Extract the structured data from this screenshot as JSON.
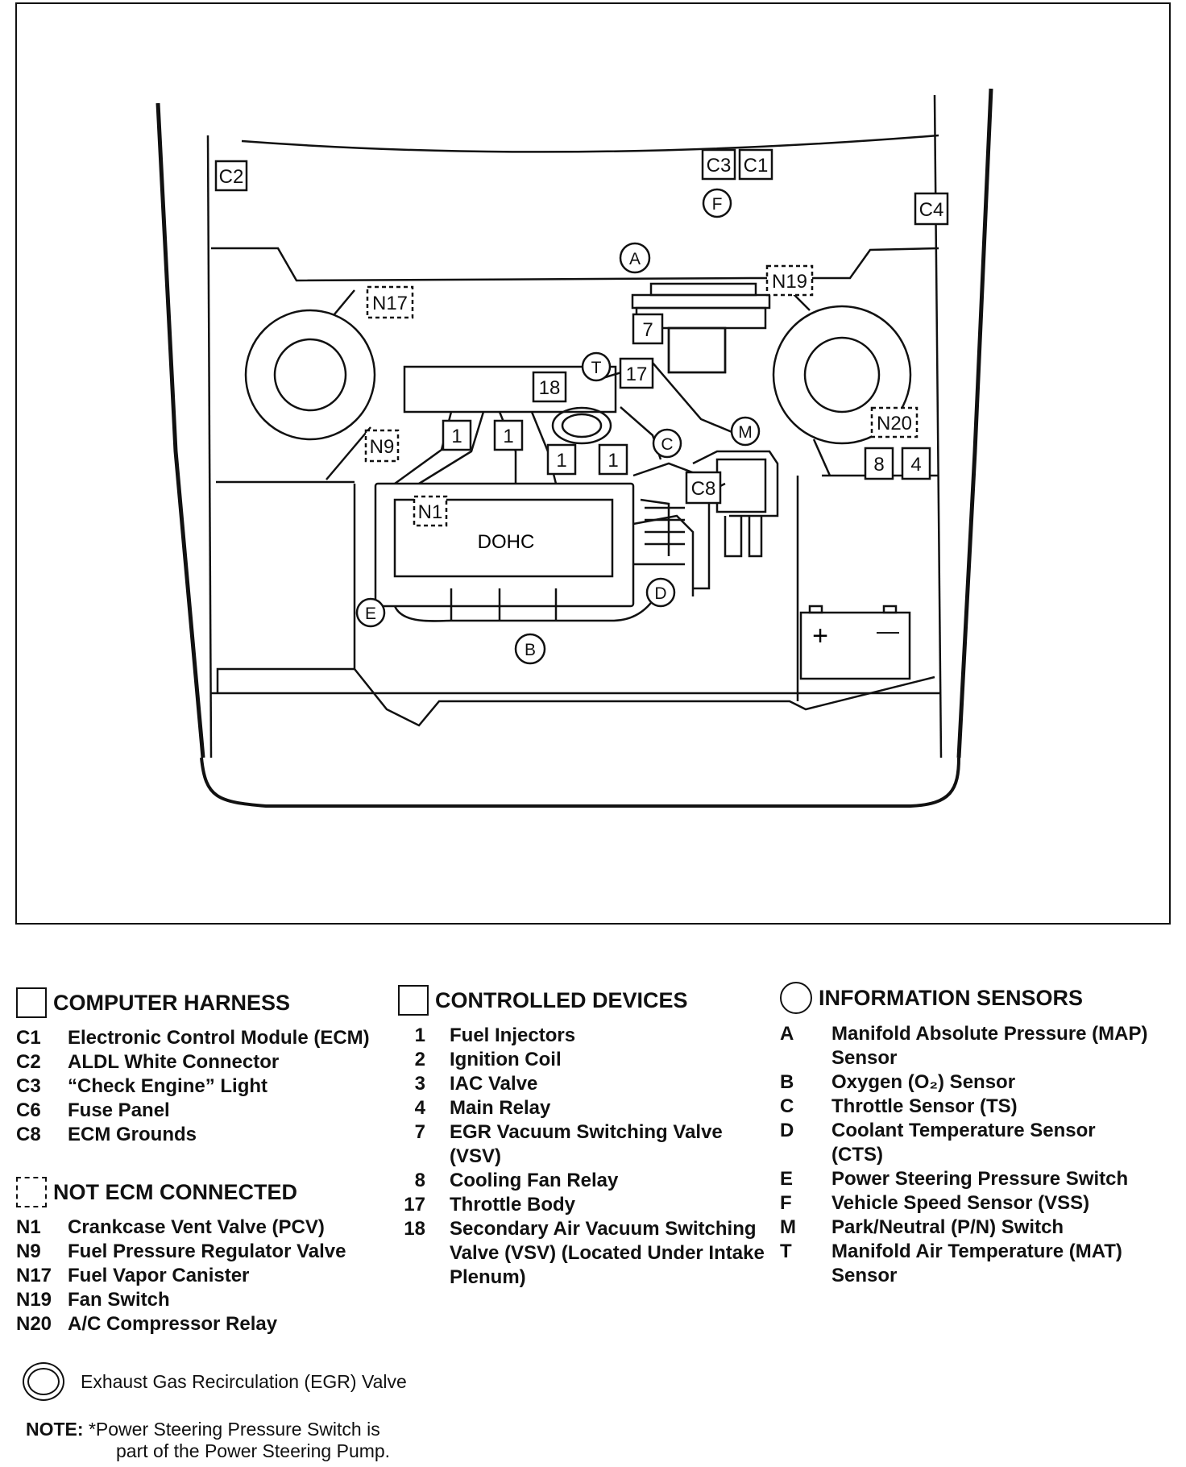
{
  "diagram": {
    "engine_label": "DOHC",
    "battery_plus": "+",
    "battery_minus": "—",
    "box_labels": {
      "c1": "C1",
      "c2": "C2",
      "c3": "C3",
      "c4": "C4",
      "c8": "C8",
      "d1": "1",
      "d7": "7",
      "d8": "8",
      "d4": "4",
      "d17": "17",
      "d18": "18",
      "n1": "N1",
      "n9": "N9",
      "n17": "N17",
      "n19": "N19",
      "n20": "N20"
    },
    "circle_labels": {
      "a": "A",
      "b": "B",
      "c": "C",
      "d": "D",
      "e": "E",
      "f": "F",
      "m": "M",
      "t": "T"
    }
  },
  "legend": {
    "harness": {
      "title": "COMPUTER HARNESS",
      "items": [
        {
          "code": "C1",
          "desc": "Electronic Control Module (ECM)"
        },
        {
          "code": "C2",
          "desc": "ALDL White Connector"
        },
        {
          "code": "C3",
          "desc": "“Check Engine” Light"
        },
        {
          "code": "C6",
          "desc": "Fuse Panel"
        },
        {
          "code": "C8",
          "desc": "ECM Grounds"
        }
      ]
    },
    "not_ecm": {
      "title": "NOT ECM CONNECTED",
      "items": [
        {
          "code": "N1",
          "desc": "Crankcase Vent Valve (PCV)"
        },
        {
          "code": "N9",
          "desc": "Fuel Pressure Regulator Valve"
        },
        {
          "code": "N17",
          "desc": "Fuel Vapor Canister"
        },
        {
          "code": "N19",
          "desc": "Fan Switch"
        },
        {
          "code": "N20",
          "desc": "A/C Compressor Relay"
        }
      ]
    },
    "devices": {
      "title": "CONTROLLED DEVICES",
      "items": [
        {
          "code": "1",
          "desc": "Fuel Injectors"
        },
        {
          "code": "2",
          "desc": "Ignition Coil"
        },
        {
          "code": "3",
          "desc": "IAC Valve"
        },
        {
          "code": "4",
          "desc": "Main Relay"
        },
        {
          "code": "7",
          "desc": "EGR Vacuum Switching Valve (VSV)"
        },
        {
          "code": "8",
          "desc": "Cooling Fan Relay"
        },
        {
          "code": "17",
          "desc": "Throttle Body"
        },
        {
          "code": "18",
          "desc": "Secondary Air Vacuum Switching Valve (VSV) (Located Under Intake Plenum)"
        }
      ]
    },
    "sensors": {
      "title": "INFORMATION SENSORS",
      "items": [
        {
          "code": "A",
          "desc": "Manifold Absolute Pressure (MAP) Sensor"
        },
        {
          "code": "B",
          "desc": "Oxygen (O₂) Sensor"
        },
        {
          "code": "C",
          "desc": "Throttle Sensor (TS)"
        },
        {
          "code": "D",
          "desc": "Coolant Temperature Sensor (CTS)"
        },
        {
          "code": "E",
          "desc": "Power Steering Pressure Switch"
        },
        {
          "code": "F",
          "desc": "Vehicle Speed Sensor (VSS)"
        },
        {
          "code": "M",
          "desc": "Park/Neutral (P/N) Switch"
        },
        {
          "code": "T",
          "desc": "Manifold Air Temperature (MAT) Sensor"
        }
      ]
    },
    "egr": "Exhaust Gas Recirculation (EGR) Valve",
    "note_label": "NOTE:",
    "note_line1": "*Power Steering Pressure Switch is",
    "note_line2": "part of the Power Steering Pump."
  }
}
